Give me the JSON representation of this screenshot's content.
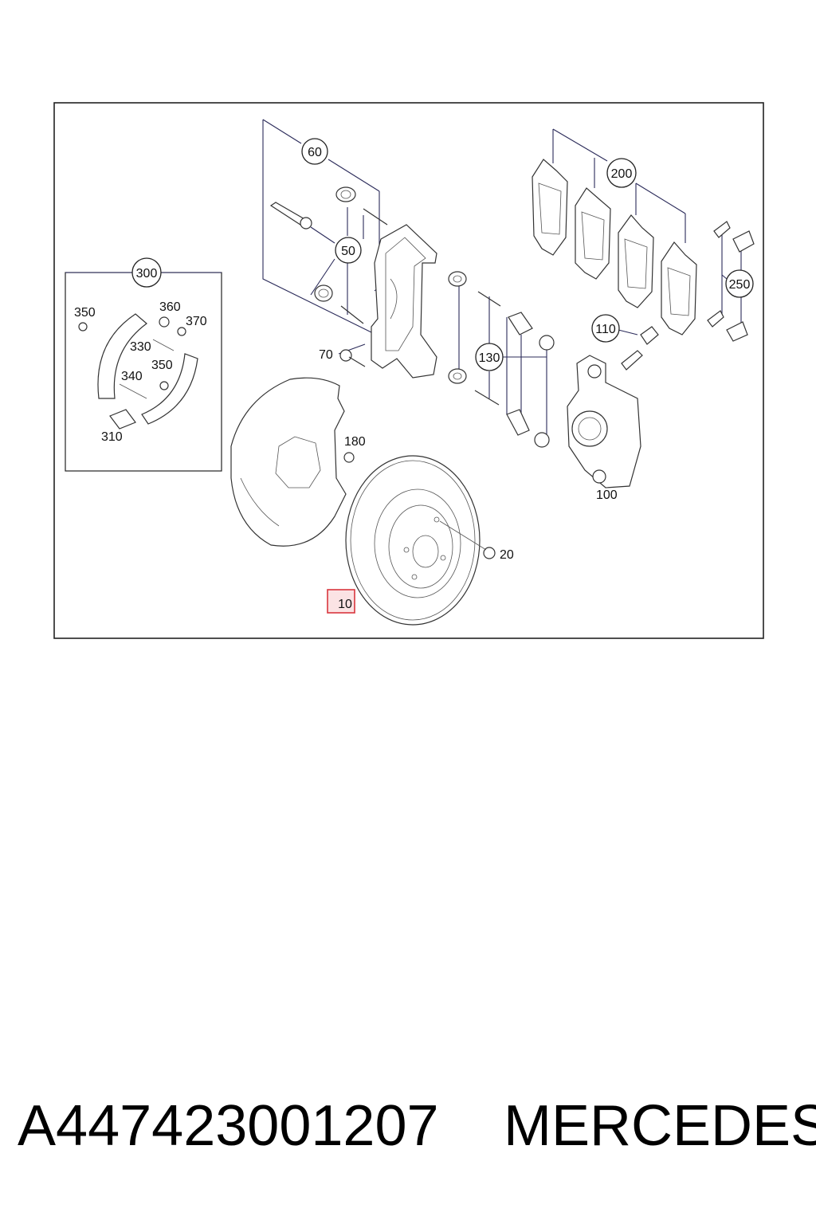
{
  "diagram": {
    "callouts_circled": [
      "60",
      "50",
      "200",
      "300",
      "130",
      "110",
      "250"
    ],
    "callouts_plain": [
      "350",
      "360",
      "370",
      "330",
      "350",
      "340",
      "310",
      "70",
      "180",
      "100",
      "20"
    ],
    "highlighted_callout": "10",
    "highlight_color": "#d9363e",
    "highlight_fill": "#fbe3e4"
  },
  "caption": {
    "part_number": "A447423001207",
    "brand": "MERCEDES"
  }
}
